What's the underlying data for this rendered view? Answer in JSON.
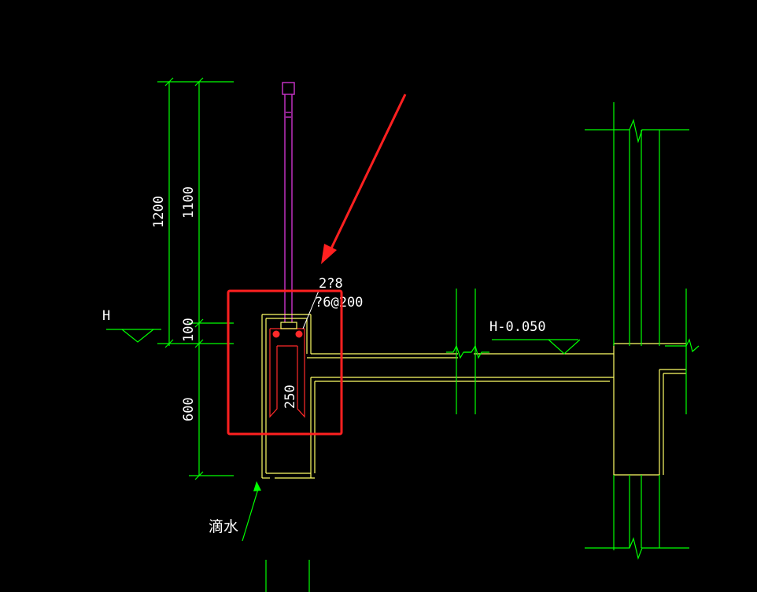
{
  "colors": {
    "background": "#000000",
    "dimension": "#00ff00",
    "outline": "#ffff66",
    "rebar": "#ff2a2a",
    "rail": "#cc33cc",
    "text": "#ffffff",
    "highlight": "#ff2020"
  },
  "dimensions": {
    "total": "1200",
    "upper": "1100",
    "middle": "100",
    "lower": "600",
    "width": "250"
  },
  "rebar": {
    "top": "2?8",
    "stirrup": "?6@200"
  },
  "levels": {
    "left": "H",
    "right": "H-0.050"
  },
  "notes": {
    "drip": "滴水"
  },
  "icons": {
    "arrow": "red-pointer-arrow",
    "level": "elevation-triangle-icon",
    "break": "break-line-icon"
  }
}
